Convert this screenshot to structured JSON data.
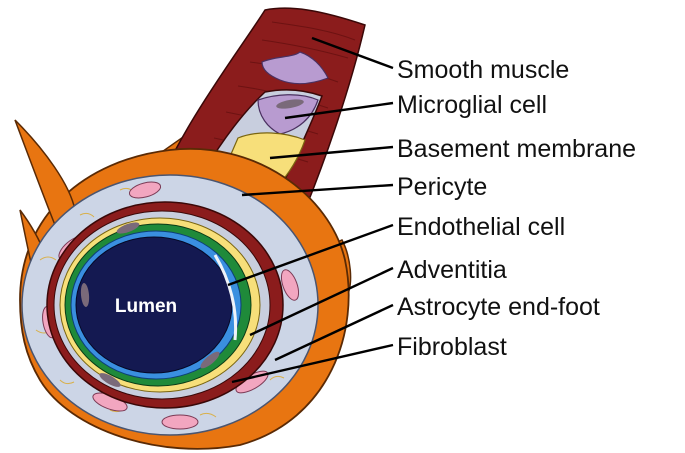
{
  "diagram": {
    "center_label": "Lumen",
    "labels": [
      {
        "id": "smooth-muscle",
        "text": "Smooth muscle"
      },
      {
        "id": "microglial-cell",
        "text": "Microglial cell"
      },
      {
        "id": "basement-membrane",
        "text": "Basement membrane"
      },
      {
        "id": "pericyte",
        "text": "Pericyte"
      },
      {
        "id": "endothelial-cell",
        "text": "Endothelial cell"
      },
      {
        "id": "adventitia",
        "text": "Adventitia"
      },
      {
        "id": "astrocyte-end-foot",
        "text": "Astrocyte end-foot"
      },
      {
        "id": "fibroblast",
        "text": "Fibroblast"
      }
    ],
    "colors": {
      "astrocyte_end_foot": "#E87511",
      "adventitia": "#CCD5E6",
      "smooth_muscle": "#8B1C1C",
      "basement_membrane": "#F7DF7A",
      "pericyte": "#1F8A3A",
      "endothelium": "#3A8FE0",
      "lumen": "#141951",
      "microglia": "#B89BD0",
      "fibroblast": "#F2A6C0"
    }
  }
}
